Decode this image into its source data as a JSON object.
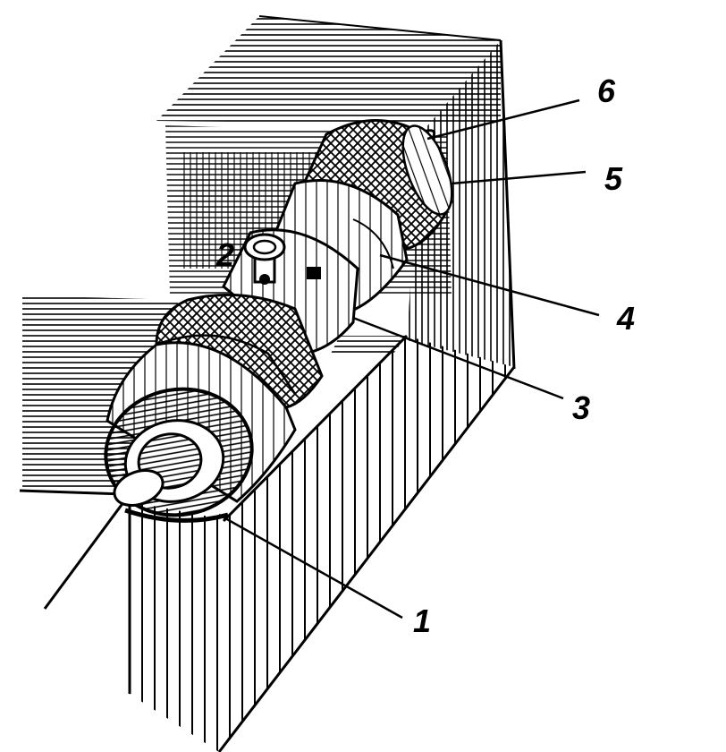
{
  "figure": {
    "ink_color": "#000000",
    "paper_color": "#ffffff",
    "callouts": [
      "1",
      "2",
      "3",
      "4",
      "5",
      "6"
    ]
  }
}
